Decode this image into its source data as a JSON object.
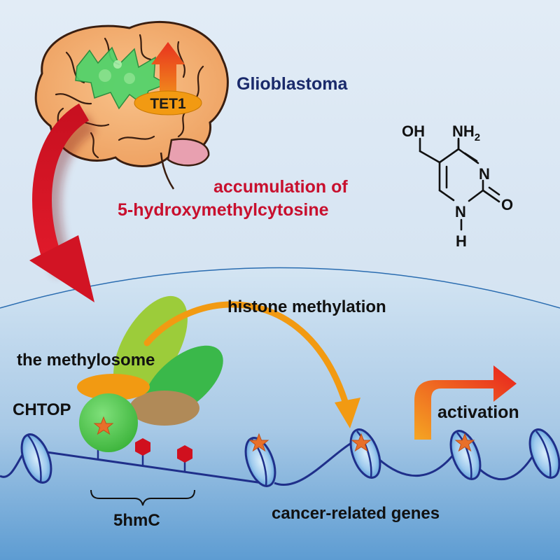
{
  "labels": {
    "glioblastoma": "Glioblastoma",
    "tet1": "TET1",
    "accumulation_line1": "accumulation of",
    "accumulation_line2": "5-hydroxymethylcytosine",
    "histone_methylation": "histone methylation",
    "methylosome": "the methylosome",
    "chtop": "CHTOP",
    "activation": "activation",
    "fivehmc": "5hmC",
    "cancer_genes": "cancer-related genes"
  },
  "molecule": {
    "oh": "OH",
    "nh2_n": "NH",
    "nh2_sub": "2",
    "n_ring": "N",
    "n_bottom": "N",
    "h_bottom": "H",
    "o_carbonyl": "O"
  },
  "colors": {
    "title_navy": "#1a2a6b",
    "accent_red": "#c8102e",
    "text_dark": "#222222",
    "nucleus_top": "#d5e6f4",
    "nucleus_bottom": "#5f9fd4",
    "dna_blue": "#1f2f8a",
    "star_orange": "#e8702a",
    "hmc_red": "#d0101e"
  }
}
